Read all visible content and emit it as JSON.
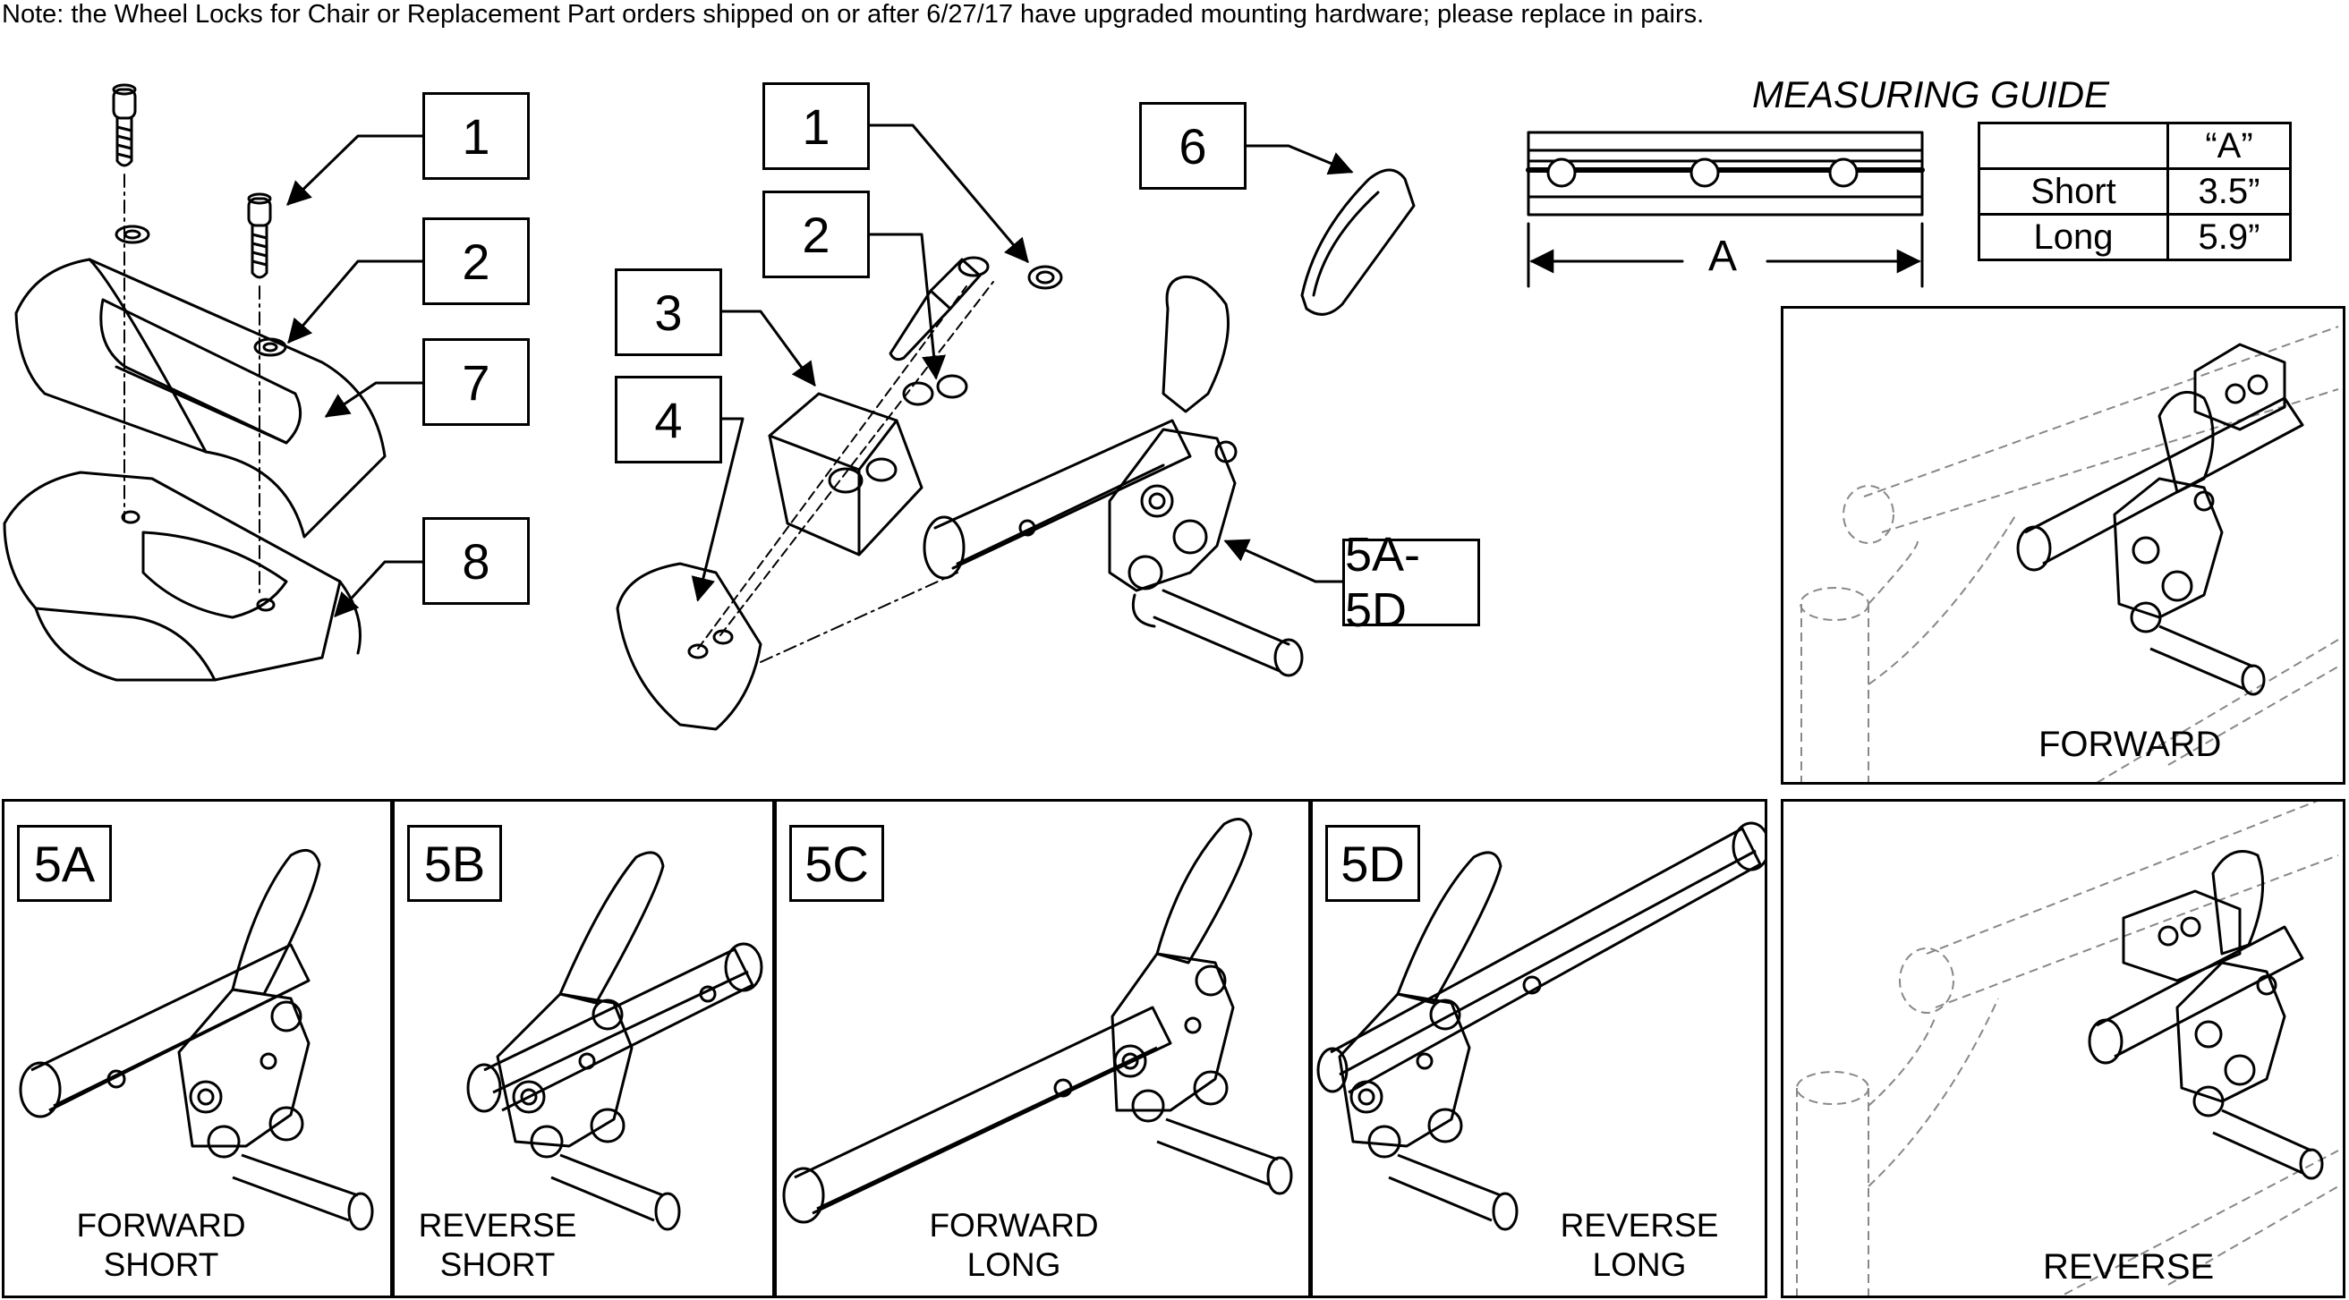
{
  "note": "Note: the Wheel Locks for Chair or Replacement Part orders shipped on or after 6/27/17 have upgraded mounting hardware; please replace in pairs.",
  "callouts": {
    "left_1": "1",
    "left_2": "2",
    "left_7": "7",
    "left_8": "8",
    "mid_1": "1",
    "mid_2": "2",
    "mid_3": "3",
    "mid_4": "4",
    "pad_6": "6",
    "lock_range": "5A-5D"
  },
  "measuring_guide": {
    "title": "MEASURING GUIDE",
    "dimension_label": "A",
    "table": {
      "header": [
        "",
        "“A”"
      ],
      "rows": [
        [
          "Short",
          "3.5”"
        ],
        [
          "Long",
          "5.9”"
        ]
      ]
    }
  },
  "views": {
    "forward": "FORWARD",
    "reverse": "REVERSE"
  },
  "variants": [
    {
      "label": "5A",
      "line1": "FORWARD",
      "line2": "SHORT"
    },
    {
      "label": "5B",
      "line1": "REVERSE",
      "line2": "SHORT"
    },
    {
      "label": "5C",
      "line1": "FORWARD",
      "line2": "LONG"
    },
    {
      "label": "5D",
      "line1": "REVERSE",
      "line2": "LONG"
    }
  ],
  "icons": [
    "screw-icon",
    "washer-icon",
    "clamp-icon",
    "wheel-lock-icon",
    "lock-pad-icon",
    "mounting-tube-icon"
  ]
}
